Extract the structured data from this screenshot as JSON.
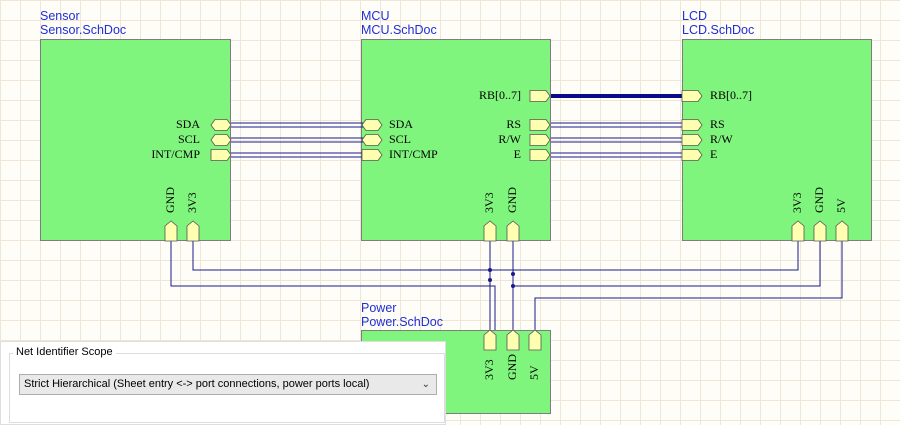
{
  "sheets": {
    "sensor": {
      "name": "Sensor",
      "file": "Sensor.SchDoc"
    },
    "mcu": {
      "name": "MCU",
      "file": "MCU.SchDoc"
    },
    "lcd": {
      "name": "LCD",
      "file": "LCD.SchDoc"
    },
    "power": {
      "name": "Power",
      "file": "Power.SchDoc"
    }
  },
  "entries": {
    "sensor_right": [
      "SDA",
      "SCL",
      "INT/CMP"
    ],
    "sensor_bottom": [
      "GND",
      "3V3"
    ],
    "mcu_left": [
      "SDA",
      "SCL",
      "INT/CMP"
    ],
    "mcu_right": [
      "RB[0..7]",
      "RS",
      "R/W",
      "E"
    ],
    "mcu_bottom": [
      "3V3",
      "GND"
    ],
    "lcd_left": [
      "RB[0..7]",
      "RS",
      "R/W",
      "E"
    ],
    "lcd_bottom": [
      "3V3",
      "GND",
      "5V"
    ],
    "power_top": [
      "3V3",
      "GND",
      "5V"
    ]
  },
  "colors": {
    "sheet_fill": "#80f57d",
    "label_blue": "#1f2fd6",
    "wire": "#1a1a8c",
    "bus": "#0b0b8a",
    "port_fill": "#ffffb0"
  },
  "scope_panel": {
    "title": "Net Identifier Scope",
    "selected": "Strict Hierarchical (Sheet entry <-> port connections, power ports local)"
  }
}
